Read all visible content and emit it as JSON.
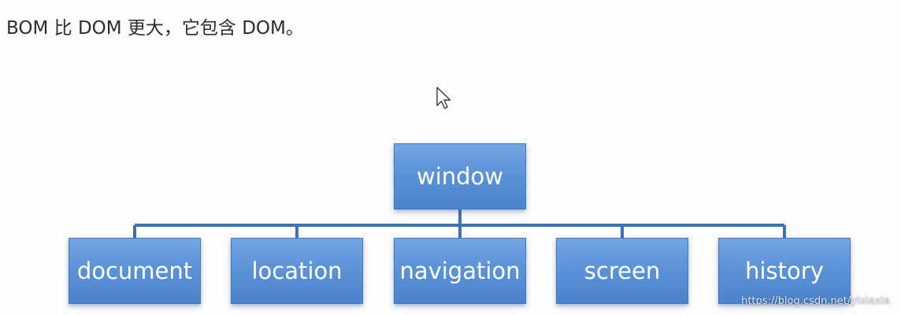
{
  "heading": "BOM 比 DOM 更大，它包含 DOM。",
  "diagram": {
    "root": "window",
    "children": [
      "document",
      "location",
      "navigation",
      "screen",
      "history"
    ]
  },
  "colors": {
    "box_fill": "#5c93d8",
    "box_border": "#4377bd",
    "connector": "#3f72b6",
    "text": "#ffffff"
  },
  "watermark": "https://blog.csdn.net/ylxiaxia"
}
